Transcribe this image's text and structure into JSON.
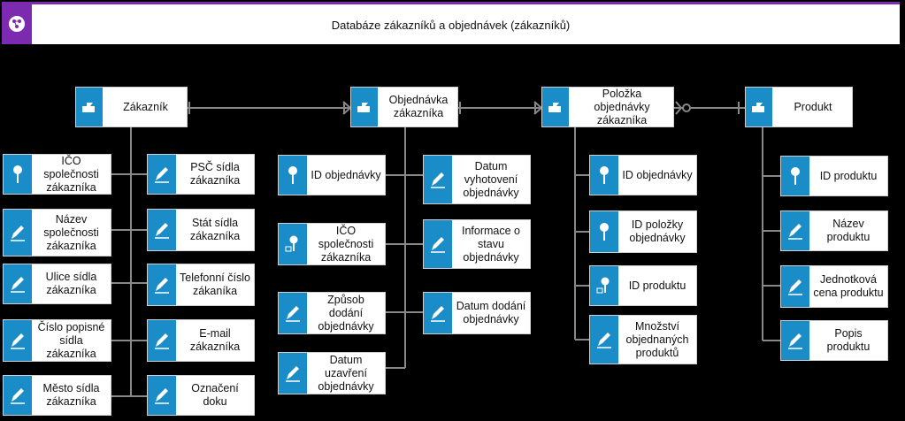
{
  "header": {
    "title": "Databáze zákazníků a objednávek (zákazníků)"
  },
  "colors": {
    "accent": "#7c2bb0",
    "icon_bg": "#1a8cc7",
    "line": "#888888"
  },
  "entities": {
    "zakaznik": "Zákazník",
    "objednavka": "Objednávka zákazníka",
    "polozka": "Položka objednávky zákazníka",
    "produkt": "Produkt"
  },
  "attributes": {
    "ico_spolecnosti": "IČO společnosti zákazníka",
    "nazev_spolecnosti": "Název společnosti zákazníka",
    "ulice_sidla": "Ulice sídla zákazníka",
    "cislo_popisne": "Číslo popisné sídla zákazníka",
    "mesto_sidla": "Město sídla zákazníka",
    "psc_sidla": "PSČ sídla zákazníka",
    "stat_sidla": "Stát sídla zákazníka",
    "telefonni_cislo": "Telefonní číslo zákaníka",
    "email": "E-mail zákazníka",
    "oznaceni_doku": "Označení doku",
    "id_objednavky": "ID objednávky",
    "ico_spolecnosti_fk": "IČO společnosti zákazníka",
    "zpusob_dodani": "Způsob dodání objednávky",
    "datum_uzavreni": "Datum uzavření objednávky",
    "datum_vyhotoveni": "Datum vyhotovení objednávky",
    "informace_o_stavu": "Informace o stavu objednávky",
    "datum_dodani": "Datum dodání objednávky",
    "polozka_id_objednavky": "ID objednávky",
    "id_polozky": "ID položky objednávky",
    "polozka_id_produktu": "ID produktu",
    "mnozstvi": "Množství objednaných produktů",
    "id_produktu": "ID produktu",
    "nazev_produktu": "Název produktu",
    "jednotkova_cena": "Jednotková cena produktu",
    "popis_produktu": "Popis produktu"
  }
}
